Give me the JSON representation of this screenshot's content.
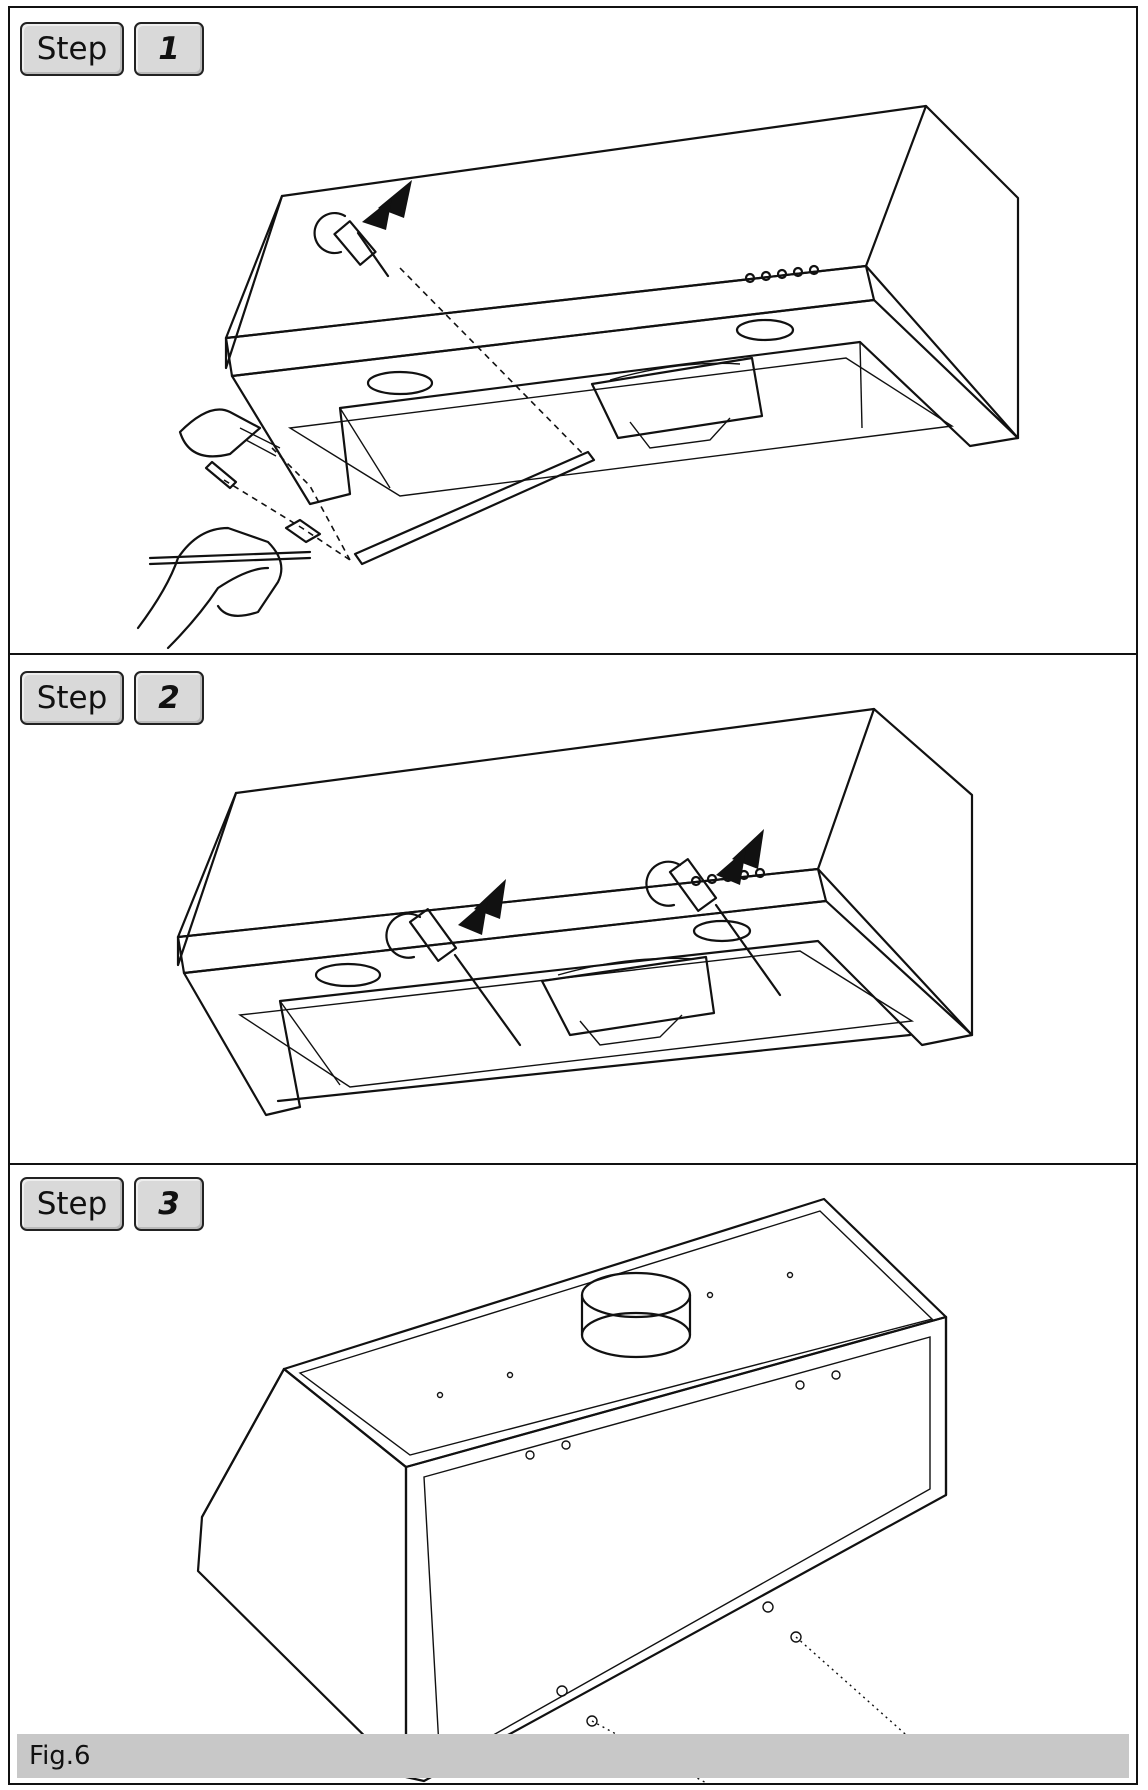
{
  "steps": [
    {
      "word": "Step",
      "number": "1"
    },
    {
      "word": "Step",
      "number": "2"
    },
    {
      "word": "Step",
      "number": "3"
    }
  ],
  "figure_label": "Fig.6"
}
